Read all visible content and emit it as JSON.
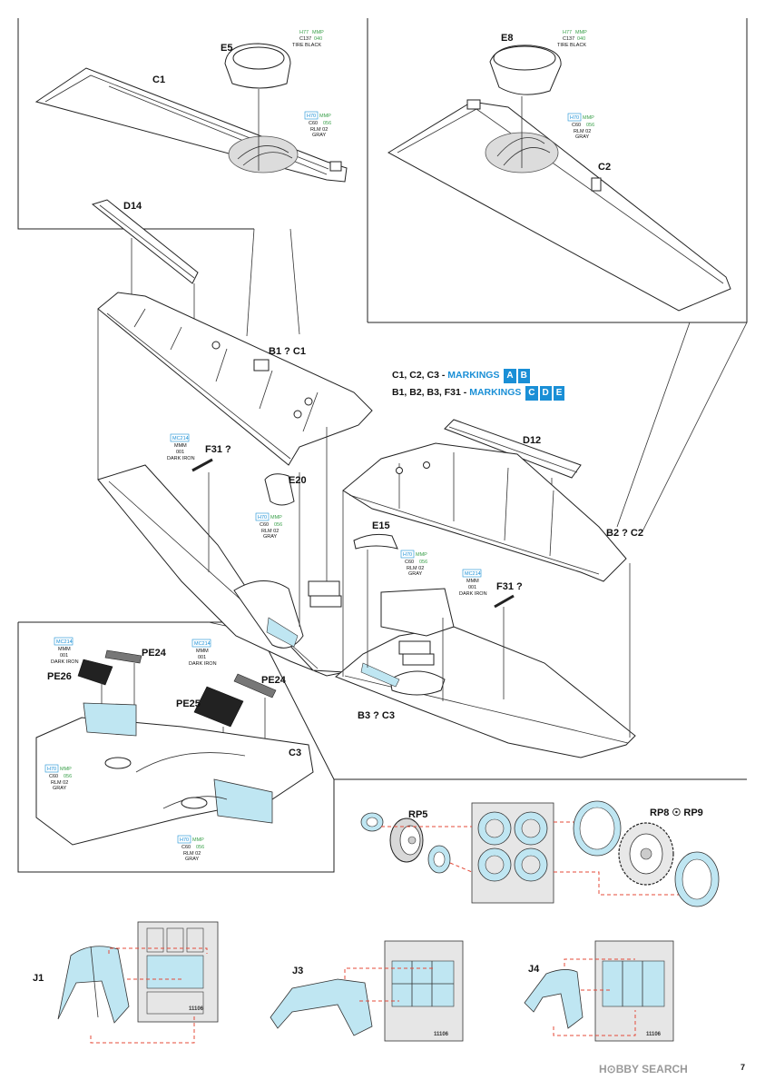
{
  "labels": {
    "e5": "E5",
    "c1": "C1",
    "e8": "E8",
    "c2": "C2",
    "d14": "D14",
    "b1_c1": "B1 ? C1",
    "d12": "D12",
    "b2_c2": "B2 ? C2",
    "f31_a": "F31 ?",
    "f31_b": "F31 ?",
    "e20": "E20",
    "e15": "E15",
    "b3_c3": "B3 ? C3",
    "pe24_a": "PE24",
    "pe26": "PE26",
    "pe25": "PE25",
    "pe24_b": "PE24",
    "c3": "C3",
    "rp5": "RP5",
    "rp8_rp9": "RP8 ☉ RP9",
    "j1": "J1",
    "j3": "J3",
    "j4": "J4"
  },
  "paint_callouts": {
    "tire_black": {
      "code_a": "H77",
      "code_b": "MMP",
      "code_c": "C137",
      "code_d": "040",
      "name": "TIRE BLACK"
    },
    "rlm02": {
      "code_a": "H70",
      "code_b": "MMP",
      "code_c": "C60",
      "code_d": "056",
      "name_1": "RLM 02",
      "name_2": "GRAY"
    },
    "dark_iron": {
      "code_a": "MC214",
      "code_b": "MMM",
      "code_c": "001",
      "name": "DARK IRON"
    }
  },
  "markings": {
    "row1_parts": "C1, C2, C3 -",
    "row1_label": "MARKINGS",
    "row1_boxes": [
      "A",
      "B"
    ],
    "row2_parts": "B1, B2, B3, F31 -",
    "row2_label": "MARKINGS",
    "row2_boxes": [
      "C",
      "D",
      "E"
    ]
  },
  "fret_code": "11106",
  "page_number": "7",
  "watermark": "H⊙BBY SEARCH",
  "colors": {
    "mask_blue": "#bfe6f2",
    "accent_blue": "#1a8fd6",
    "dashed_red": "#e44b3a",
    "paint_green": "#3aa04a"
  }
}
